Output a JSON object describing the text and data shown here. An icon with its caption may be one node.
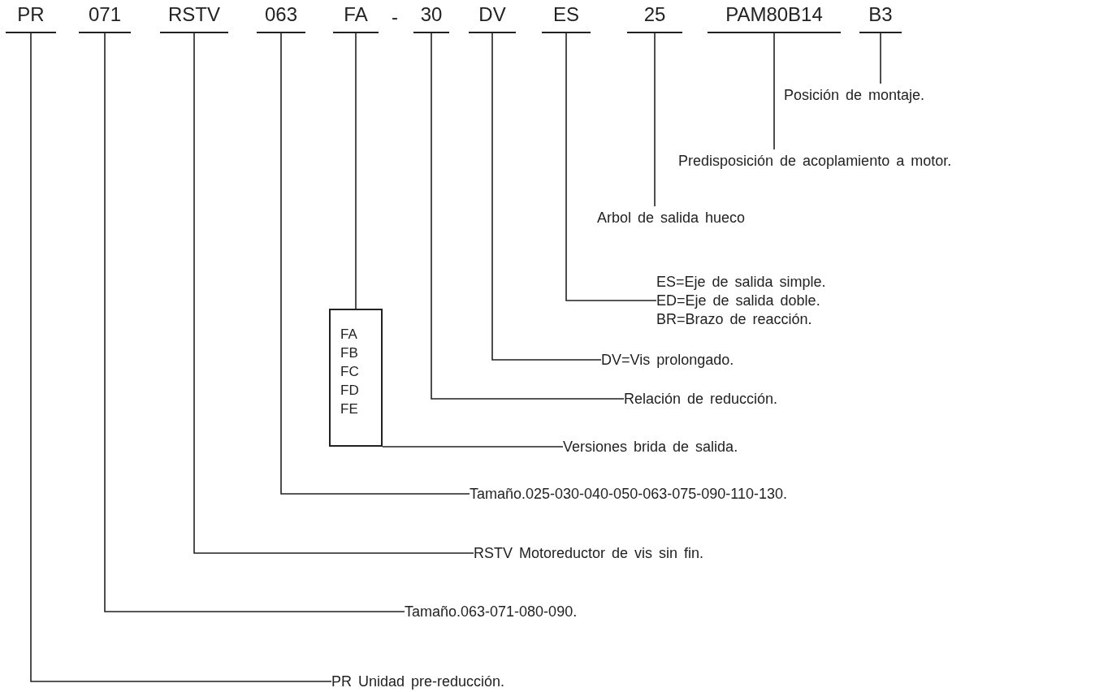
{
  "diagram": {
    "nodes": [
      {
        "text": [
          "PR"
        ]
      },
      {
        "text": [
          "071"
        ]
      },
      {
        "text": [
          "RSTV"
        ]
      },
      {
        "text": [
          "063"
        ]
      },
      {
        "text": [
          "FA"
        ]
      },
      {
        "text": [
          "30"
        ]
      },
      {
        "text": [
          "DV"
        ]
      },
      {
        "text": [
          "ES"
        ]
      },
      {
        "text": [
          "25"
        ]
      },
      {
        "text": [
          "PAM80B14"
        ]
      },
      {
        "text": [
          "B3"
        ]
      },
      {
        "text": [
          "Posición de montaje."
        ]
      },
      {
        "text": [
          "Predisposición de acoplamiento a motor."
        ]
      },
      {
        "text": [
          "Arbol de salida hueco"
        ]
      },
      {
        "text": [
          "ES=Eje de salida simple.",
          "ED=Eje de salida doble.",
          "BR=Brazo de reacción."
        ]
      },
      {
        "text": [
          "DV=Vis prolongado."
        ]
      },
      {
        "text": [
          "Relación de reducción."
        ]
      },
      {
        "text": [
          "FA",
          "FB",
          "FC",
          "FD",
          "FE"
        ]
      },
      {
        "text": [
          "Versiones brida de salida."
        ]
      },
      {
        "text": [
          "Tamaño.025-030-040-050-063-075-090-110-130."
        ]
      },
      {
        "text": [
          "RSTV Motoreductor de vis sin fin."
        ]
      },
      {
        "text": [
          "Tamaño.063-071-080-090."
        ]
      },
      {
        "text": [
          "PR Unidad pre-reducción."
        ]
      }
    ],
    "edges": [
      {
        "from": 10,
        "to": 11,
        "arrow": "none"
      },
      {
        "from": 9,
        "to": 12,
        "arrow": "none"
      },
      {
        "from": 8,
        "to": 13,
        "arrow": "none"
      },
      {
        "from": 7,
        "to": 14,
        "arrow": "none"
      },
      {
        "from": 6,
        "to": 15,
        "arrow": "none"
      },
      {
        "from": 5,
        "to": 16,
        "arrow": "none"
      },
      {
        "from": 4,
        "to": 17,
        "arrow": "none"
      },
      {
        "from": 17,
        "to": 18,
        "arrow": "none"
      },
      {
        "from": 3,
        "to": 19,
        "arrow": "none"
      },
      {
        "from": 2,
        "to": 20,
        "arrow": "none"
      },
      {
        "from": 1,
        "to": 21,
        "arrow": "none"
      },
      {
        "from": 0,
        "to": 22,
        "arrow": "none"
      }
    ],
    "labels": [
      "-"
    ]
  }
}
